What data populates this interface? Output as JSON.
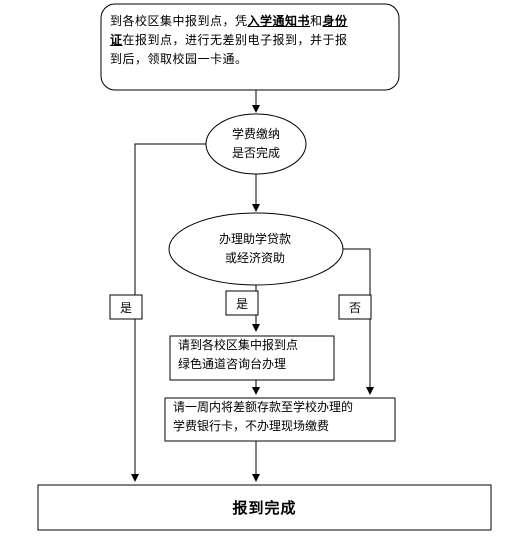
{
  "start_box": {
    "line1_pre": "到各校区集中报到点，凭",
    "doc1": "入学通知书",
    "and": "和",
    "doc2_part1": "身份",
    "doc2_part2": "证",
    "line2_rest": "在报到点，进行无差别电子报到，并于报",
    "line3": "到后，领取校园一卡通。"
  },
  "decision_fee": {
    "line1": "学费缴纳",
    "line2": "是否完成"
  },
  "decision_aid": {
    "line1": "办理助学贷款",
    "line2": "或经济资助"
  },
  "label_yes_left": "是",
  "label_yes_middle": "是",
  "label_no": "否",
  "green_channel": {
    "line1": "请到各校区集中报到点",
    "line2": "绿色通道咨询台办理"
  },
  "bank_deposit": {
    "line1": "请一周内将差额存款至学校办理的",
    "line2": "学费银行卡，不办理现场缴费"
  },
  "end_box": {
    "label": "报到完成"
  }
}
